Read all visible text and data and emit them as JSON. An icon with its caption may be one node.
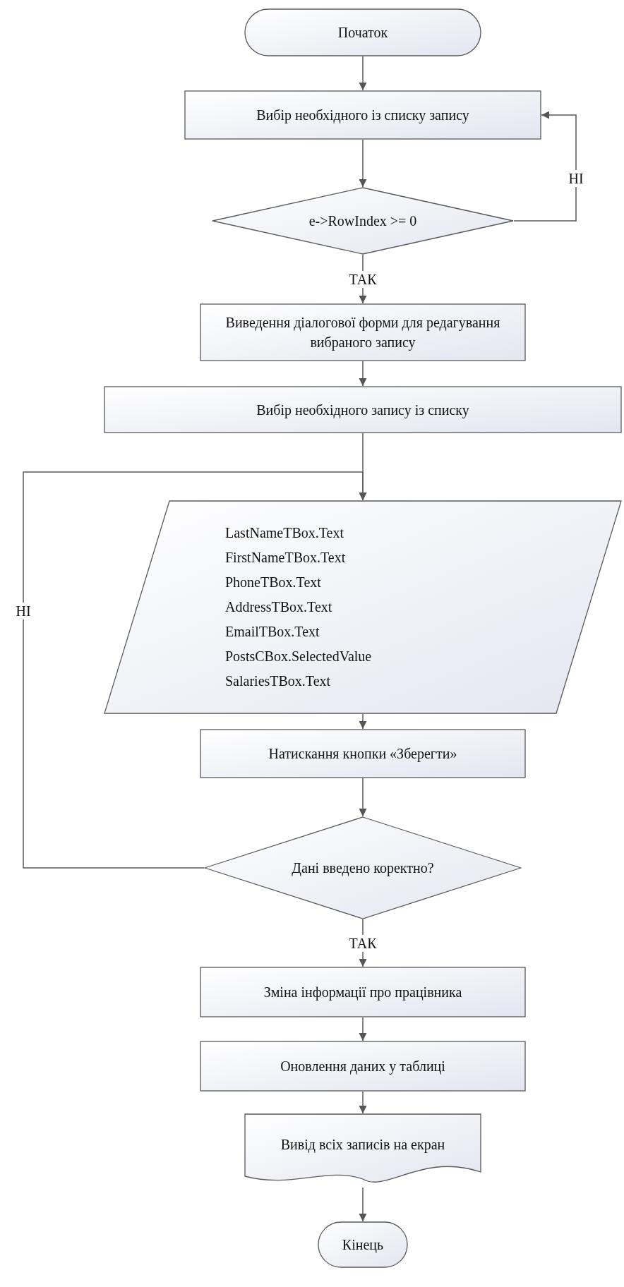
{
  "diagram": {
    "nodes": [
      {
        "text": [
          "Початок"
        ]
      },
      {
        "text": [
          "Вибір необхідного із списку запису"
        ]
      },
      {
        "text": [
          "e->RowIndex >= 0"
        ]
      },
      {
        "text": [
          "Виведення діалогової форми для редагування вибраного запису"
        ]
      },
      {
        "text": [
          "Вибір необхідного запису із списку"
        ]
      },
      {
        "text": [
          "LastNameTBox.Text",
          "FirstNameTBox.Text",
          "PhoneTBox.Text",
          "AddressTBox.Text",
          "EmailTBox.Text",
          "PostsCBox.SelectedValue",
          "SalariesTBox.Text"
        ]
      },
      {
        "text": [
          "Натискання кнопки «Зберегти»"
        ]
      },
      {
        "text": [
          "Дані введено коректно?"
        ]
      },
      {
        "text": [
          "Зміна інформації про працівника"
        ]
      },
      {
        "text": [
          "Оновлення даних у таблиці"
        ]
      },
      {
        "text": [
          "Вивід всіх записів на екран"
        ]
      },
      {
        "text": [
          "Кінець"
        ]
      }
    ],
    "edges": [
      {
        "from": 0,
        "to": 1,
        "arrow": "to"
      },
      {
        "from": 1,
        "to": 2,
        "arrow": "to"
      },
      {
        "from": 2,
        "to": 1,
        "arrow": "to",
        "label": "НІ"
      },
      {
        "from": 2,
        "to": 3,
        "arrow": "to",
        "label": "ТАК"
      },
      {
        "from": 3,
        "to": 4,
        "arrow": "to"
      },
      {
        "from": 4,
        "to": 5,
        "arrow": "to"
      },
      {
        "from": 5,
        "to": 6,
        "arrow": "to"
      },
      {
        "from": 6,
        "to": 7,
        "arrow": "to"
      },
      {
        "from": 7,
        "to": 5,
        "arrow": "to",
        "label": "НІ"
      },
      {
        "from": 7,
        "to": 8,
        "arrow": "to",
        "label": "ТАК"
      },
      {
        "from": 8,
        "to": 9,
        "arrow": "to"
      },
      {
        "from": 9,
        "to": 10,
        "arrow": "to"
      },
      {
        "from": 10,
        "to": 11,
        "arrow": "to"
      }
    ]
  }
}
